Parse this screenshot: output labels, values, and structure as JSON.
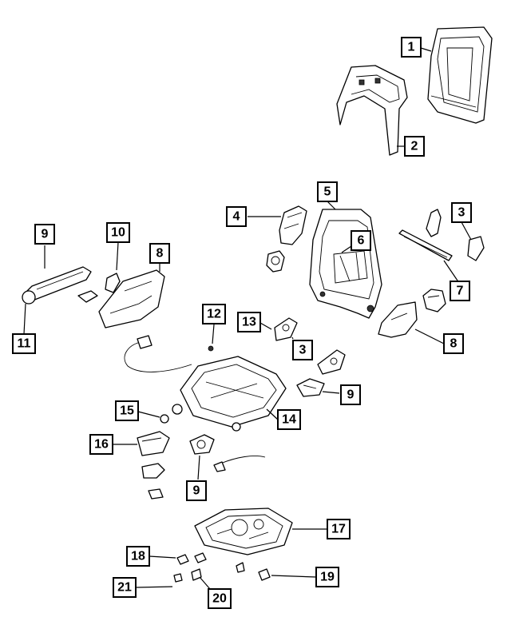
{
  "callouts": {
    "c1": "1",
    "c2": "2",
    "c3a": "3",
    "c3b": "3",
    "c4": "4",
    "c5": "5",
    "c6": "6",
    "c7": "7",
    "c8a": "8",
    "c8b": "8",
    "c9a": "9",
    "c9b": "9",
    "c9c": "9",
    "c10": "10",
    "c11": "11",
    "c12": "12",
    "c13": "13",
    "c14": "14",
    "c15": "15",
    "c16": "16",
    "c17": "17",
    "c18": "18",
    "c19": "19",
    "c20": "20",
    "c21": "21"
  },
  "colors": {
    "line": "#000000",
    "background": "#ffffff"
  }
}
